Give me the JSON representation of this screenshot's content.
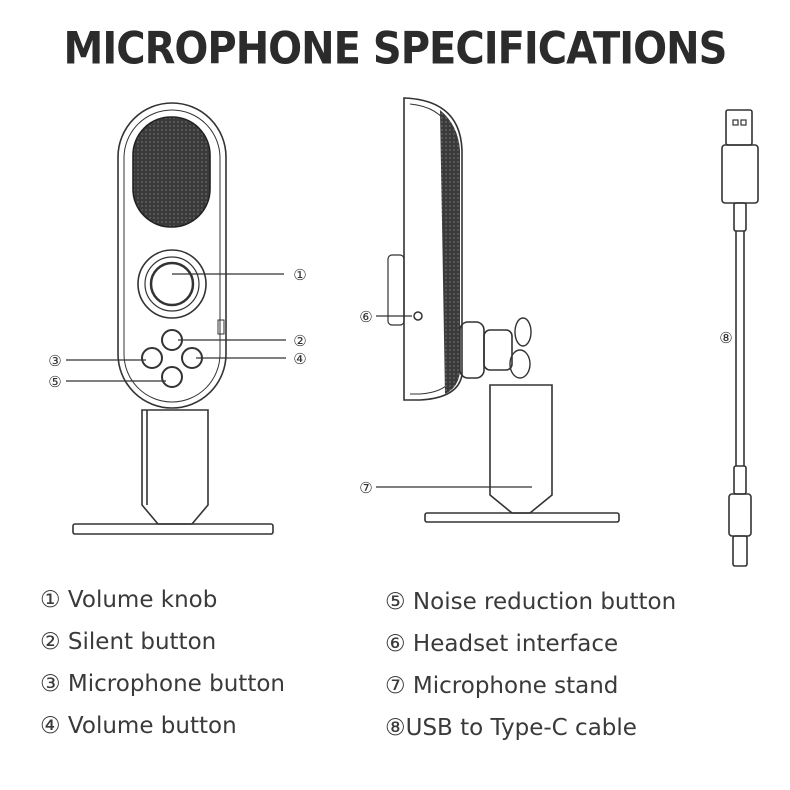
{
  "title": "MICROPHONE SPECIFICATIONS",
  "callouts": {
    "c1": "①",
    "c2": "②",
    "c3": "③",
    "c4": "④",
    "c5": "⑤",
    "c6": "⑥",
    "c7": "⑦",
    "c8": "⑧"
  },
  "legend": [
    "① Volume knob",
    "② Silent button",
    "③ Microphone button",
    "④ Volume button",
    "⑤ Noise reduction button",
    "⑥ Headset interface",
    "⑦ Microphone stand",
    "⑧USB to Type-C cable"
  ]
}
